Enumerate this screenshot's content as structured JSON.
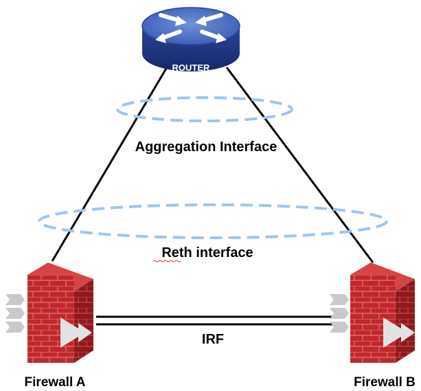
{
  "router": {
    "label": "ROUTER"
  },
  "labels": {
    "aggregation_interface": "Aggregation Interface",
    "reth_interface": "Reth interface",
    "irf": "IRF"
  },
  "firewalls": {
    "a": {
      "label": "Firewall A"
    },
    "b": {
      "label": "Firewall B"
    }
  },
  "colors": {
    "router_body": "#2f4ea3",
    "router_top": "#4f74c9",
    "router_dark": "#1b2f6b",
    "ellipse_dash": "#9cc6ef",
    "firewall_red": "#c0282d",
    "firewall_dark": "#7d1417",
    "link_line": "#000000"
  },
  "icons": {
    "router": "router-icon",
    "firewall": "firewall-icon"
  }
}
